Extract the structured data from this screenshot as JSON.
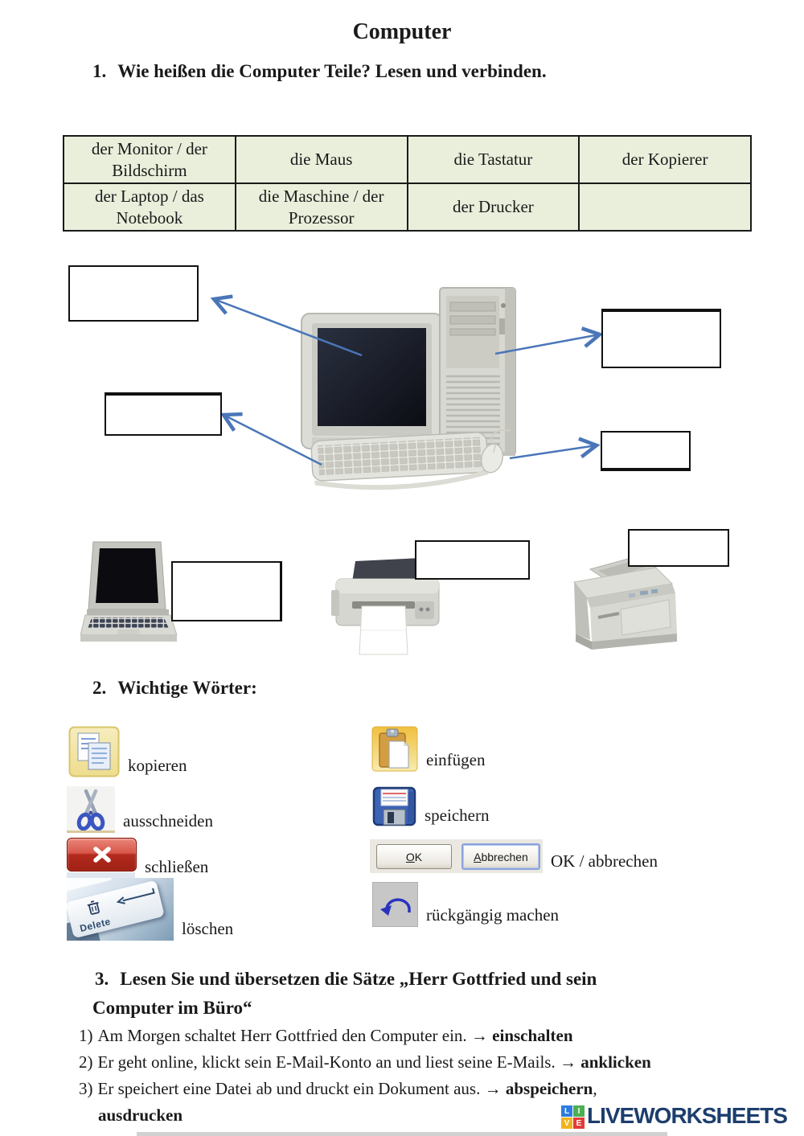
{
  "title": "Computer",
  "section1": {
    "num": "1.",
    "heading_text": "Wie heißen die Computer Teile? Lesen und verbinden.",
    "table": {
      "rows": [
        [
          "der Monitor / der Bildschirm",
          "die Maus",
          "die Tastatur",
          "der Kopierer"
        ],
        [
          "der Laptop / das Notebook",
          "die Maschine / der Prozessor",
          "der Drucker",
          ""
        ]
      ]
    }
  },
  "section2": {
    "num": "2.",
    "heading_text": "Wichtige Wörter:",
    "kopieren": "kopieren",
    "ausschneiden": "ausschneiden",
    "schliessen": "schließen",
    "loeschen": "löschen",
    "einfuegen": "einfügen",
    "speichern": "speichern",
    "ok_abbrechen": "OK / abbrechen",
    "rueckgaengig": "rückgängig machen",
    "delete_key_text": "Delete",
    "ok_button": {
      "key": "O",
      "rest": "K"
    },
    "cancel_button": {
      "key": "A",
      "rest": "bbrechen"
    }
  },
  "section3": {
    "num": "3.",
    "heading_line1": "Lesen Sie und übersetzen die Sätze „Herr Gottfried und sein",
    "heading_line2": "Computer im Büro“",
    "sentences": [
      {
        "num": "1)",
        "text": "Am Morgen schaltet Herr Gottfried den Computer ein. → ",
        "bold": "einschalten",
        "after": ""
      },
      {
        "num": "2)",
        "text": "Er geht online, klickt sein E-Mail-Konto an und liest seine E-Mails. → ",
        "bold": "anklicken",
        "after": ""
      },
      {
        "num": "3)",
        "text": "Er speichert eine Datei ab und druckt ein Dokument aus. → ",
        "bold": "abspeichern",
        "after": ","
      }
    ],
    "continuation_bold": "ausdrucken"
  },
  "logo": {
    "squares": [
      {
        "letter": "L",
        "color": "#2e7ce0"
      },
      {
        "letter": "I",
        "color": "#4caf50"
      },
      {
        "letter": "V",
        "color": "#f0b41e"
      },
      {
        "letter": "E",
        "color": "#e23c39"
      }
    ],
    "text": "LIVEWORKSHEETS",
    "text_color": "#1c3e6d"
  },
  "colors": {
    "arrow": "#4a76b8",
    "table_bg": "#e9efdb",
    "close_button_red": "#b42b1e"
  }
}
